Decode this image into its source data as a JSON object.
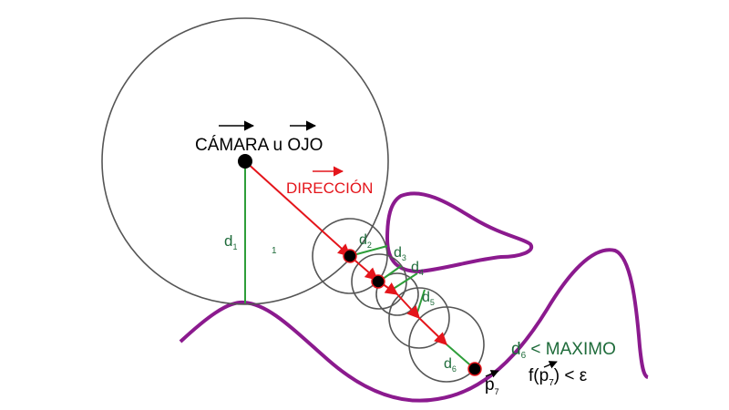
{
  "labels": {
    "camera": "CÁMARA u OJO",
    "direction": "DIRECCIÓN",
    "d1": "d",
    "d1_sub": "1",
    "stray_one": "1",
    "d2": "d",
    "d2_sub": "2",
    "d3": "d",
    "d3_sub": "3",
    "d4": "d",
    "d4_sub": "4",
    "d5": "d",
    "d5_sub": "5",
    "d6": "d",
    "d6_sub": "6",
    "p7": "p",
    "p7_sub": "7",
    "condition_distance": "d",
    "condition_distance_sub": "6",
    "condition_distance_rest": " < MAXIMO",
    "condition_f_open": "f(p",
    "condition_f_sub": "7",
    "condition_f_rest": ") < ε"
  },
  "colors": {
    "surface": "#8b1a8e",
    "ray": "#e4151b",
    "distance": "#2e9e3a",
    "sphere": "#555555",
    "point": "#000000",
    "label_green": "#1e6b3a"
  }
}
